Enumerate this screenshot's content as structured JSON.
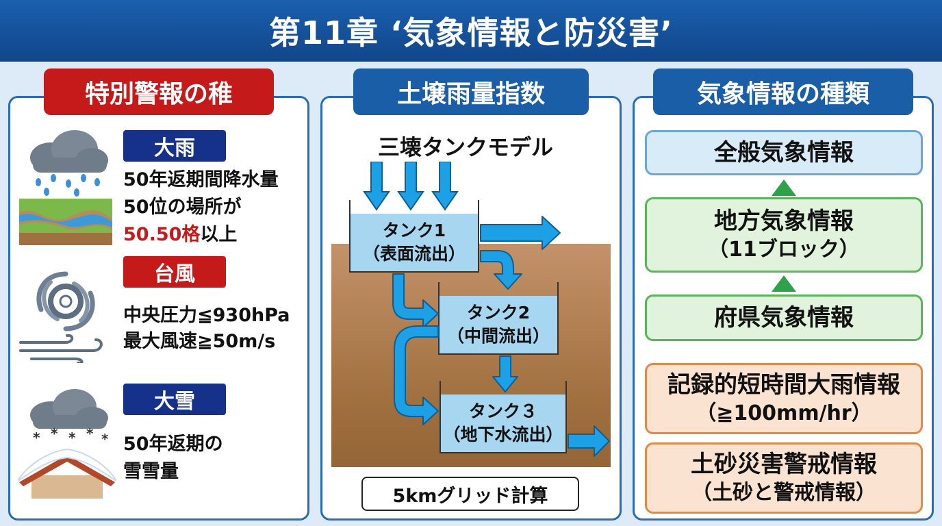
{
  "title": "第11章 ‘気象情報と防災害’",
  "left_panel": {
    "heading": "特別警報の稚",
    "heavy_rain": {
      "label": "大雨",
      "line1": "50年返期間降水量",
      "line2": "50位の場所が",
      "line3_highlight": "50.50格",
      "line3_rest": "以上"
    },
    "typhoon": {
      "label": "台風",
      "line1": "中央圧力≦930hPa",
      "line2": "最大風速≧50m/s"
    },
    "heavy_snow": {
      "label": "大雪",
      "line1": "50年返期の",
      "line2": "雪雪量"
    }
  },
  "middle_panel": {
    "heading": "土壌雨量指数",
    "model_title": "三壊タンクモデル",
    "tank1": {
      "name": "タンク1",
      "desc": "（表面流出）"
    },
    "tank2": {
      "name": "タンク2",
      "desc": "（中間流出）"
    },
    "tank3": {
      "name": "タンク３",
      "desc": "（地下水流出）"
    },
    "grid": "5kmグリッド計算"
  },
  "right_panel": {
    "heading": "気象情報の種類",
    "general": "全般気象情報",
    "regional": {
      "main": "地方気象情報",
      "sub": "（11ブロック）"
    },
    "prefectural": "府県気象情報",
    "record_rain": {
      "main": "記録的短時間大雨情報",
      "sub": "（≧100mm/hr）"
    },
    "landslide": {
      "main": "土砂災害警戒情報",
      "sub": "（土砂と警戒情報）"
    }
  },
  "colors": {
    "title_blue": "#1a5fae",
    "alert_red": "#c51a1a",
    "tag_navy": "#15318a",
    "water_blue": "#1ea0e6",
    "soil_brown": "#a0703f",
    "green_border": "#58b55a",
    "orange_border": "#e08a4a"
  },
  "icons": [
    "rain-cloud-icon",
    "river-icon",
    "typhoon-icon",
    "wind-icon",
    "snow-cloud-icon",
    "snow-roof-icon",
    "down-arrow-icon",
    "flow-arrow-icon",
    "up-triangle-icon"
  ]
}
